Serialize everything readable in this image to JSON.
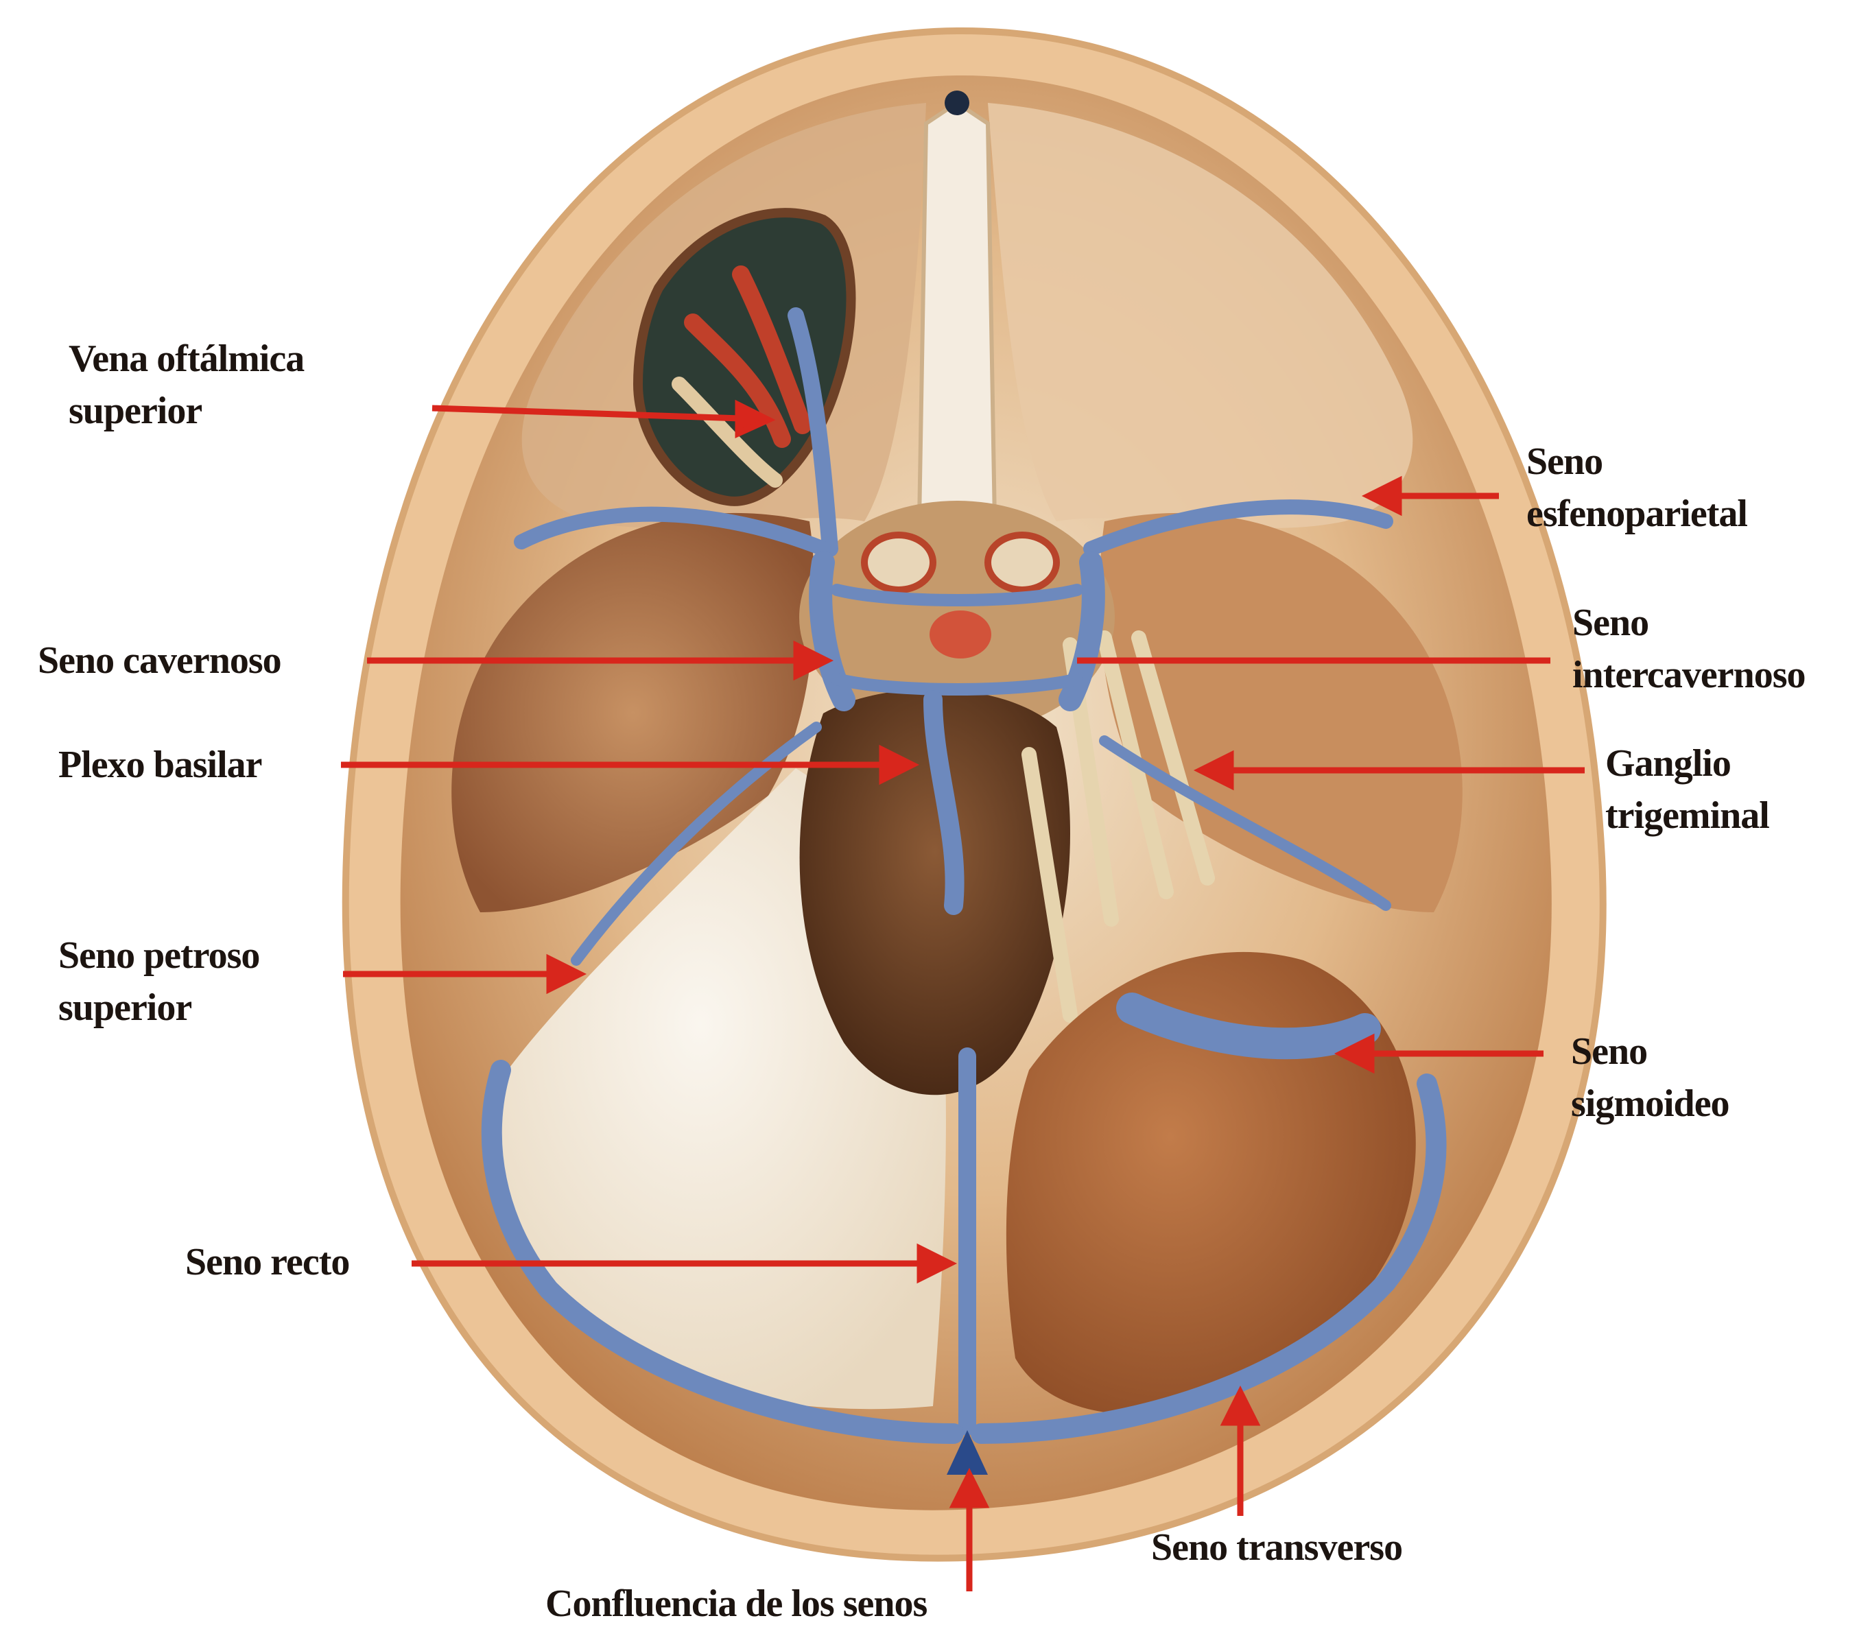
{
  "figure": {
    "labels": {
      "vena_oftalmica": [
        "Vena oftálmica",
        "superior"
      ],
      "seno_esfenoparietal": [
        "Seno",
        "esfenoparietal"
      ],
      "seno_cavernoso": [
        "Seno cavernoso"
      ],
      "seno_intercavernoso": [
        "Seno",
        "intercavernoso"
      ],
      "plexo_basilar": [
        "Plexo basilar"
      ],
      "ganglio_trigeminal": [
        "Ganglio",
        "trigeminal"
      ],
      "seno_petroso_superior": [
        "Seno petroso",
        "superior"
      ],
      "seno_sigmoideo": [
        "Seno",
        "sigmoideo"
      ],
      "seno_recto": [
        "Seno recto"
      ],
      "seno_transverso": [
        "Seno transverso"
      ],
      "confluencia_senos": [
        "Confluencia de los senos"
      ]
    },
    "colors": {
      "background": "#ffffff",
      "skull_rim": "#e7b98a",
      "bone": "#d9a56c",
      "bone_light": "#f1e4cf",
      "dura_dark": "#8a5030",
      "venous_sinus": "#6d89bd",
      "pointer": "#d8261c",
      "text": "#1c1410"
    }
  }
}
